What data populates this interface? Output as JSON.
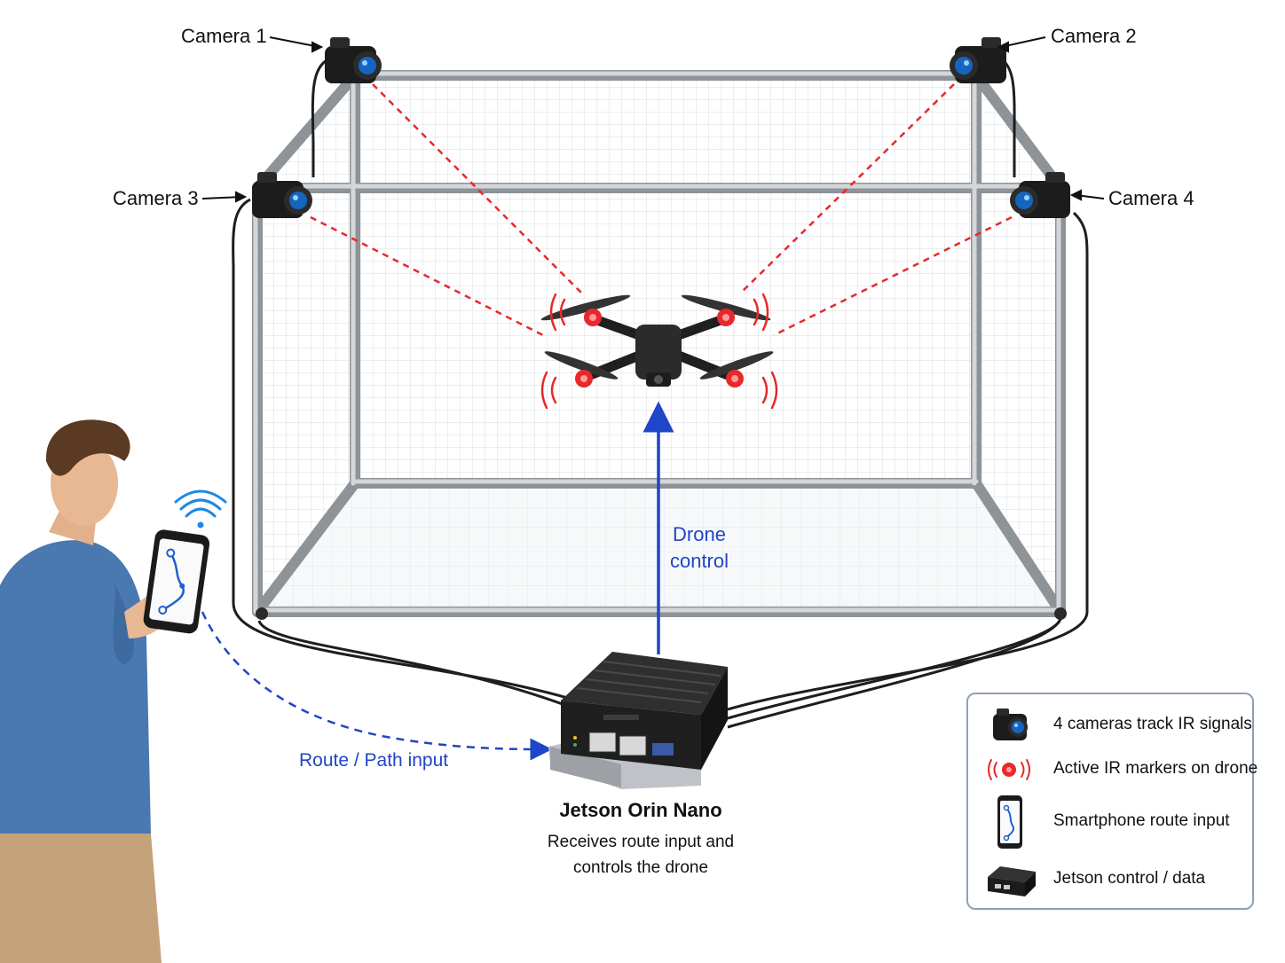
{
  "cameras": [
    {
      "label": "Camera 1"
    },
    {
      "label": "Camera 2"
    },
    {
      "label": "Camera 3"
    },
    {
      "label": "Camera 4"
    }
  ],
  "labels": {
    "drone_control_line1": "Drone",
    "drone_control_line2": "control",
    "route_input": "Route / Path input",
    "jetson_title": "Jetson Orin Nano",
    "jetson_desc_line1": "Receives route input and",
    "jetson_desc_line2": "controls the drone"
  },
  "legend": {
    "items": [
      {
        "icon": "camera-icon",
        "text": "4 cameras track IR signals"
      },
      {
        "icon": "ir-marker-icon",
        "text": "Active IR markers on drone"
      },
      {
        "icon": "smartphone-icon",
        "text": "Smartphone route input"
      },
      {
        "icon": "jetson-box-icon",
        "text": "Jetson control / data"
      }
    ]
  },
  "colors": {
    "ir_red": "#e8282b",
    "control_blue": "#1f45c8",
    "wifi_blue": "#1e88e5",
    "frame_gray": "#a9adb2"
  }
}
